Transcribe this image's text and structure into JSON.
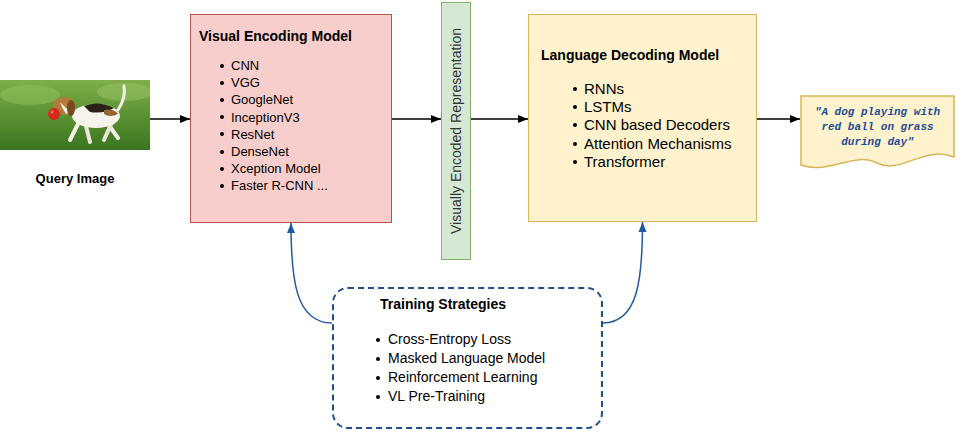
{
  "diagram": {
    "nodes": [
      {
        "text": [
          "Query Image"
        ]
      },
      {
        "text": [
          "Visual Encoding Model",
          "CNN",
          "VGG",
          "GoogleNet",
          "InceptionV3",
          "ResNet",
          "DenseNet",
          "Xception Model",
          "Faster R-CNN ..."
        ]
      },
      {
        "text": [
          "Visually Encoded Representation"
        ]
      },
      {
        "text": [
          "Language Decoding Model",
          "RNNs",
          "LSTMs",
          "CNN based Decoders",
          "Attention Mechanisms",
          "Transformer"
        ]
      },
      {
        "text": [
          "\"A dog playing with red ball on grass during day\""
        ]
      },
      {
        "text": [
          "Training Strategies",
          "Cross-Entropy Loss",
          "Masked Language Model",
          "Reinforcement Learning",
          "VL Pre-Training"
        ]
      }
    ],
    "edges": [
      {
        "from": 0,
        "to": 1,
        "arrow": "to"
      },
      {
        "from": 1,
        "to": 2,
        "arrow": "to"
      },
      {
        "from": 2,
        "to": 3,
        "arrow": "to"
      },
      {
        "from": 3,
        "to": 4,
        "arrow": "to"
      },
      {
        "from": 5,
        "to": 1,
        "arrow": "to"
      },
      {
        "from": 5,
        "to": 3,
        "arrow": "to"
      }
    ]
  }
}
